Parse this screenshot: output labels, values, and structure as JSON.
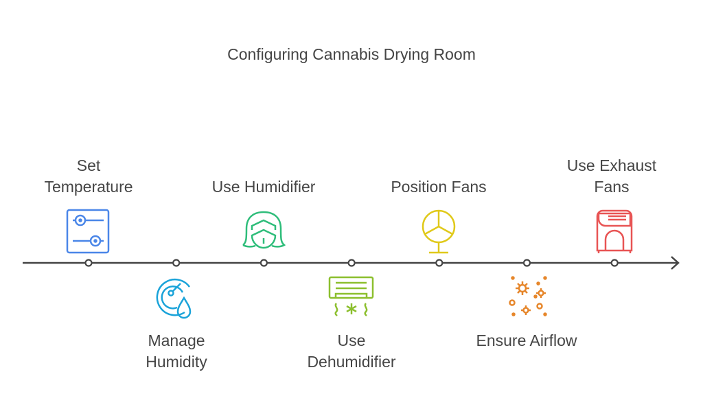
{
  "title": "Configuring Cannabis Drying Room",
  "steps": [
    {
      "lines": [
        "Set",
        "Temperature"
      ],
      "icon": "sliders-icon",
      "color": "#4a86e8",
      "position": "above"
    },
    {
      "lines": [
        "Manage",
        "Humidity"
      ],
      "icon": "gauge-droplet-icon",
      "color": "#1aa3d9",
      "position": "below"
    },
    {
      "lines": [
        "Use Humidifier"
      ],
      "icon": "masked-face-icon",
      "color": "#2ebd7a",
      "position": "above"
    },
    {
      "lines": [
        "Use",
        "Dehumidifier"
      ],
      "icon": "air-conditioner-icon",
      "color": "#8cbf2e",
      "position": "below"
    },
    {
      "lines": [
        "Position Fans"
      ],
      "icon": "fan-icon",
      "color": "#e0c91a",
      "position": "above"
    },
    {
      "lines": [
        "Ensure Airflow"
      ],
      "icon": "particles-icon",
      "color": "#e6862a",
      "position": "below"
    },
    {
      "lines": [
        "Use Exhaust",
        "Fans"
      ],
      "icon": "exhaust-unit-icon",
      "color": "#e85454",
      "position": "above"
    }
  ]
}
